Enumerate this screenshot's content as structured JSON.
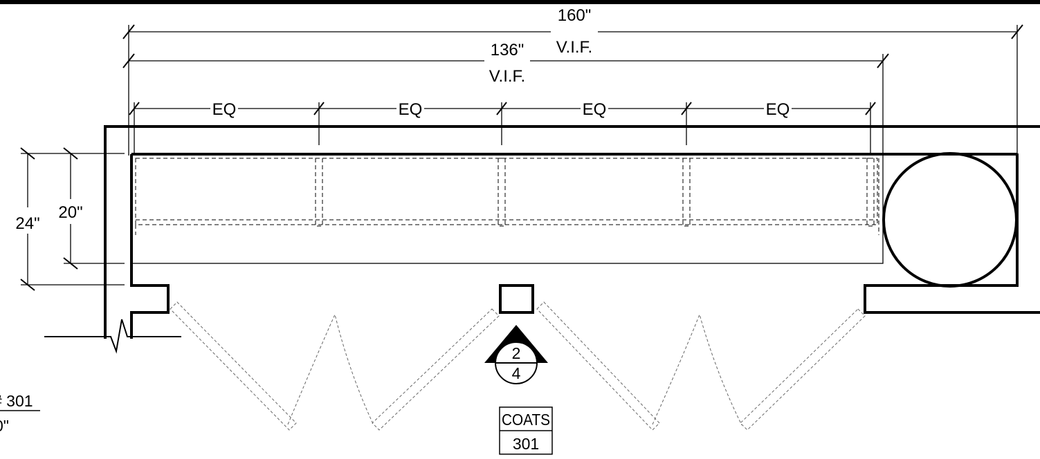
{
  "dimensions": {
    "overall": {
      "value": "160\"",
      "note": "V.I.F."
    },
    "shelf": {
      "value": "136\"",
      "note": "V.I.F."
    },
    "bay_label": "EQ",
    "depth_outer": "24\"",
    "depth_inner": "20\""
  },
  "elevation_marker": {
    "top": "2",
    "bottom": "4"
  },
  "room_tag": {
    "name": "COATS",
    "number": "301"
  },
  "edge_tag": {
    "top": "# 301",
    "bottom": "0\""
  }
}
